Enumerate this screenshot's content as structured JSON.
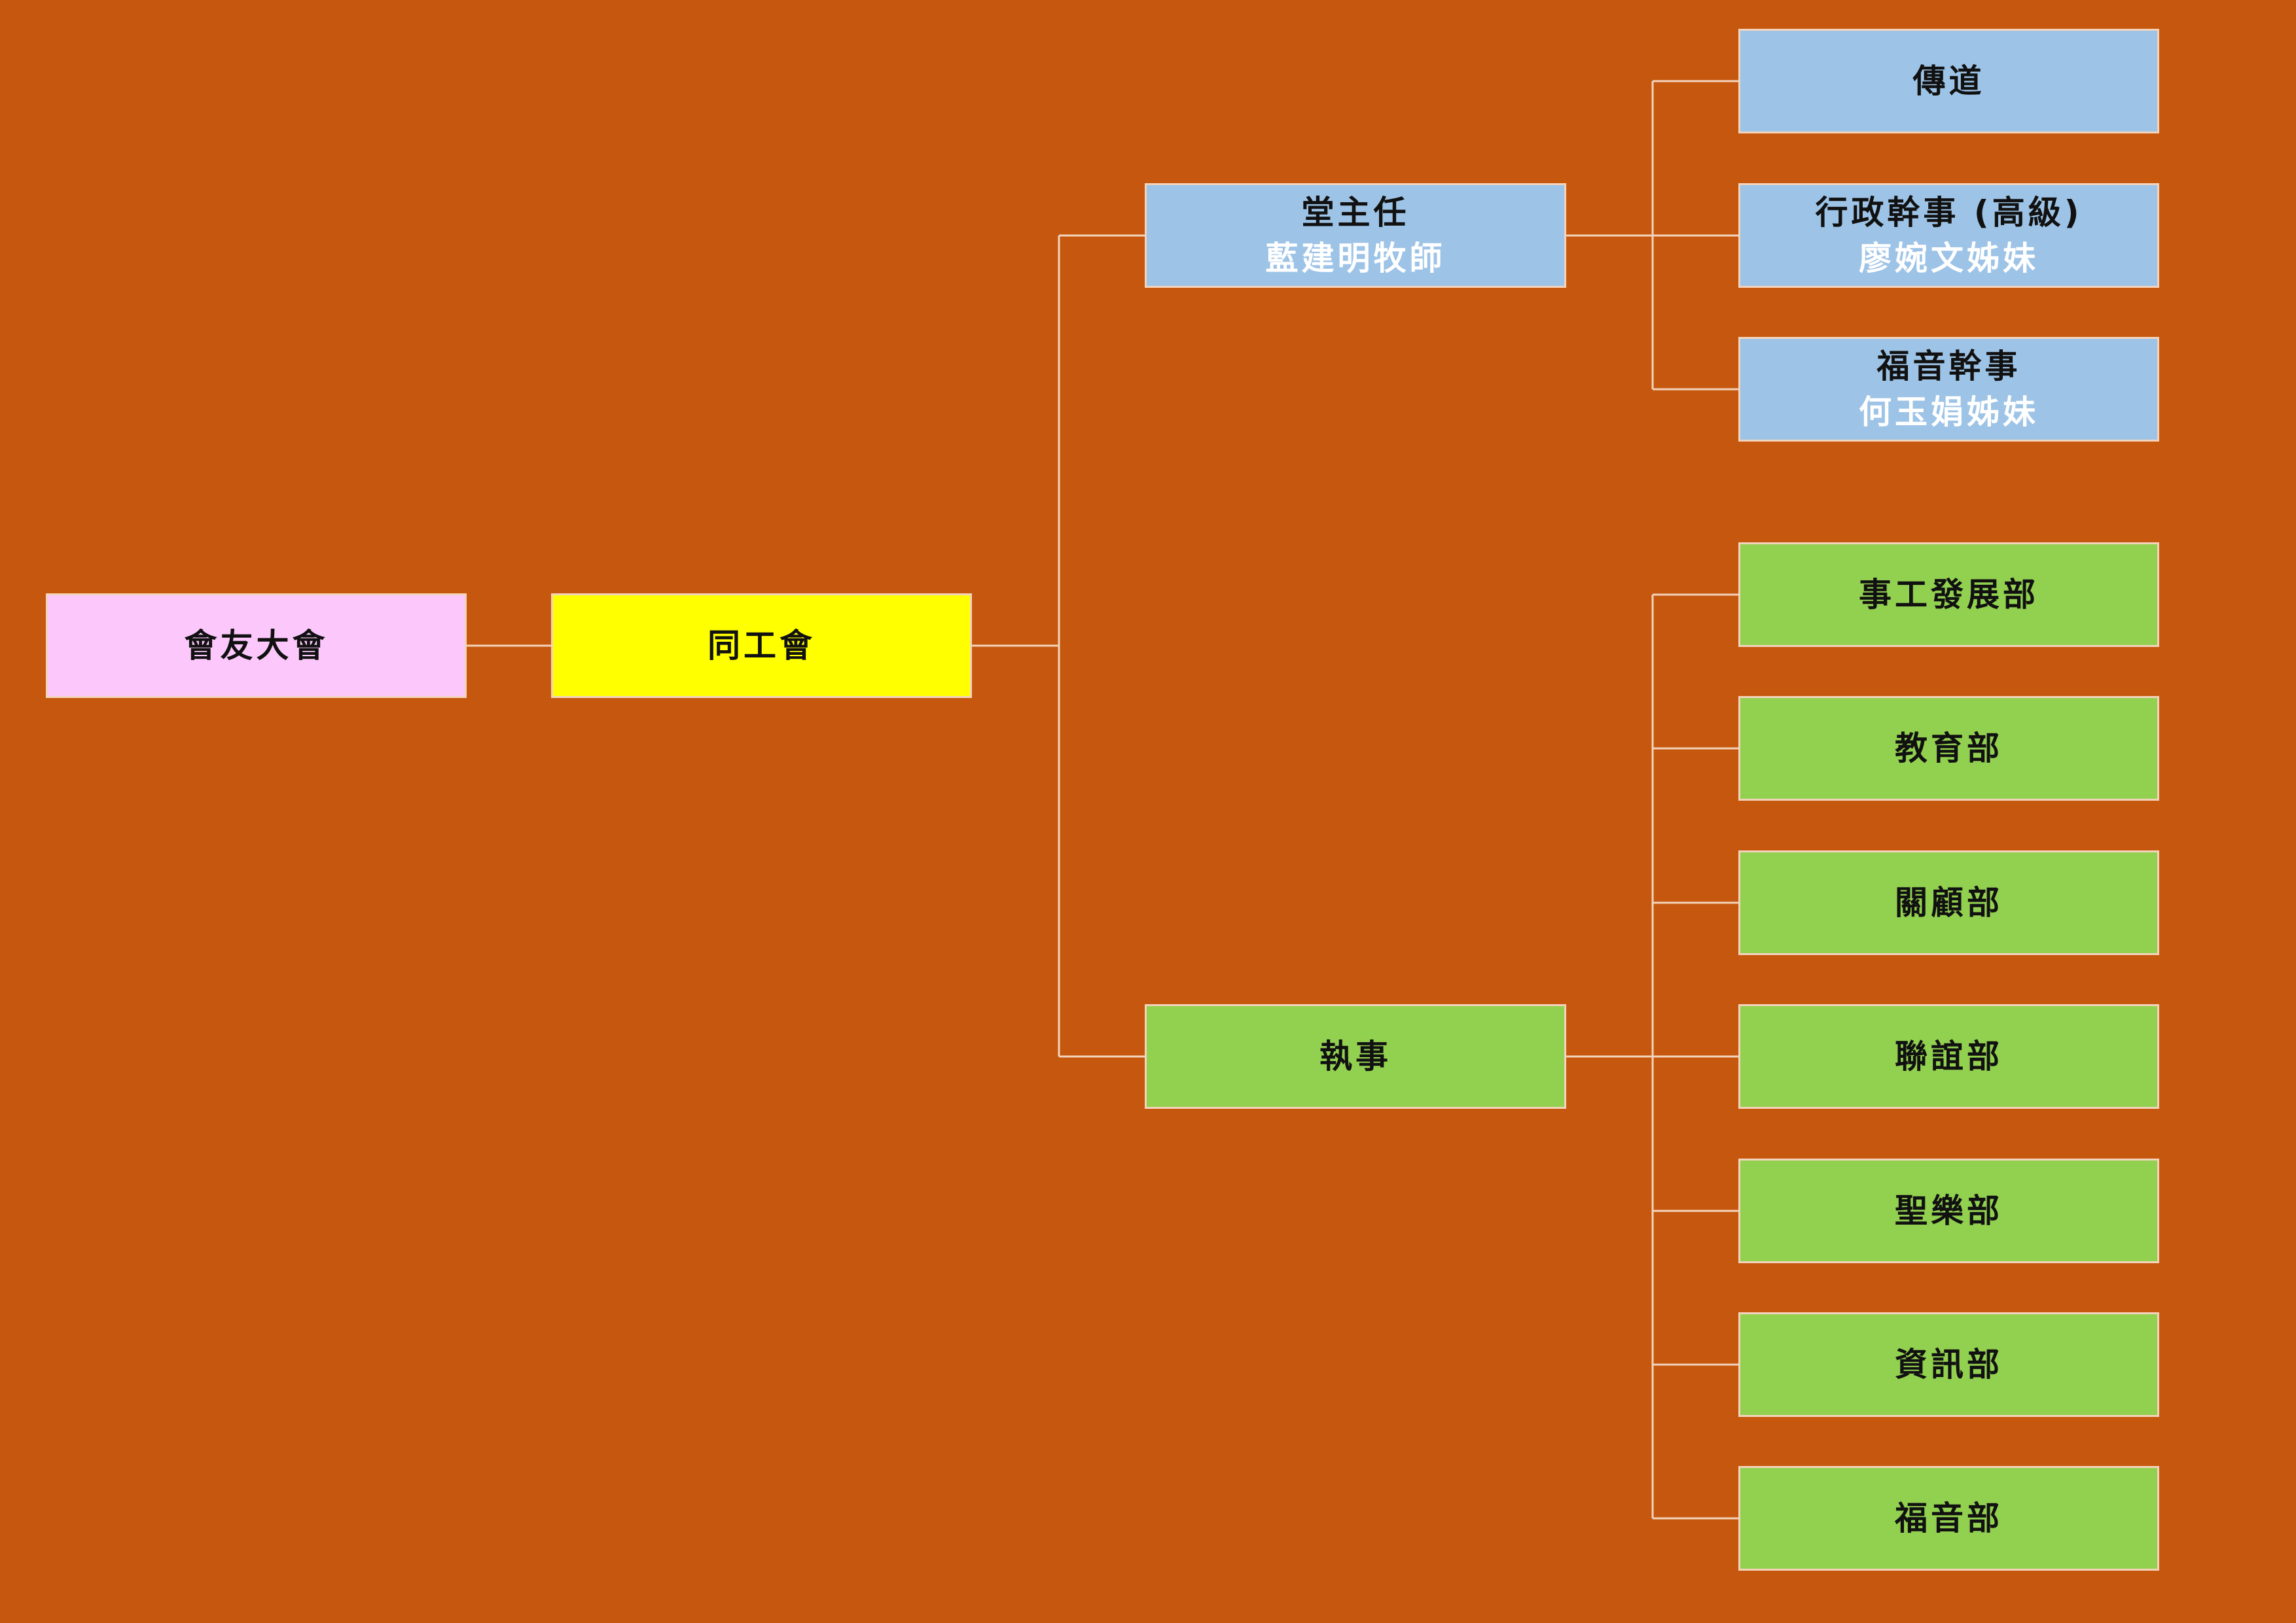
{
  "colors": {
    "background": "#C5580E",
    "connector": "#F3D3BC",
    "root_fill": "#FCC8FC",
    "staff_fill": "#FFFF00",
    "pastoral_fill": "#9DC3E6",
    "deacon_fill": "#92D050"
  },
  "nodes": {
    "assembly": {
      "title": "會友大會"
    },
    "staff_council": {
      "title": "同工會"
    },
    "director": {
      "title": "堂主任",
      "subtitle": "藍建明牧師"
    },
    "deacons": {
      "title": "執事"
    },
    "evangelist": {
      "title": "傳道"
    },
    "admin_secretary": {
      "title": "行政幹事 (高級)",
      "subtitle": "廖婉文姊妹"
    },
    "gospel_secretary": {
      "title": "福音幹事",
      "subtitle": "何玉娟姊妹"
    },
    "departments": [
      {
        "title": "事工發展部"
      },
      {
        "title": "教育部"
      },
      {
        "title": "關顧部"
      },
      {
        "title": "聯誼部"
      },
      {
        "title": "聖樂部"
      },
      {
        "title": "資訊部"
      },
      {
        "title": "福音部"
      }
    ]
  }
}
